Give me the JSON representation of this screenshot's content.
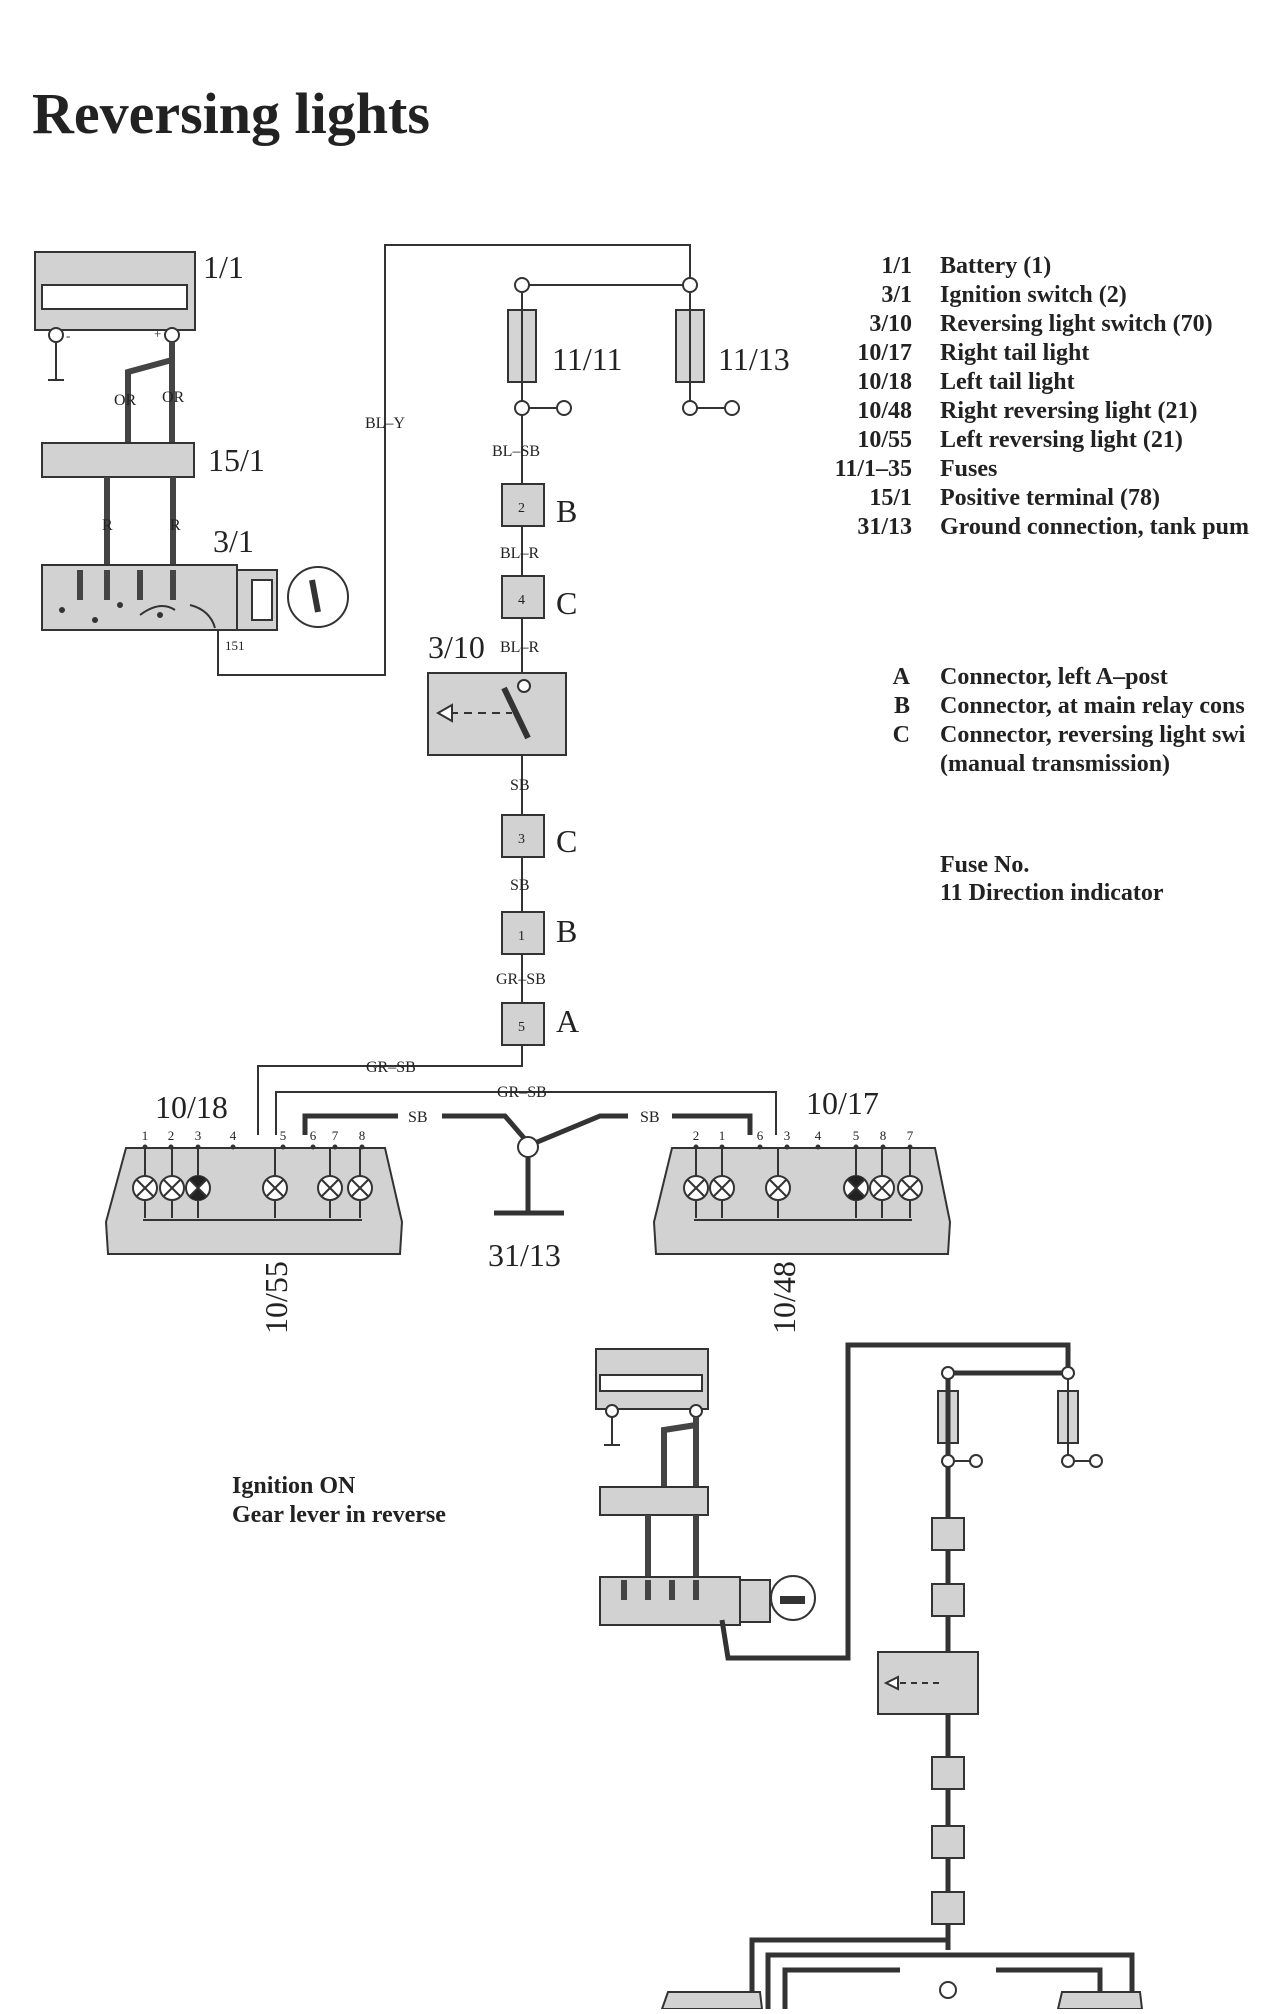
{
  "title": "Reversing lights",
  "component_labels": {
    "battery": "1/1",
    "positive_terminal": "15/1",
    "ignition_switch": "3/1",
    "fuse_a": "11/11",
    "fuse_b": "11/13",
    "reversing_switch": "3/10",
    "left_tail": "10/18",
    "right_tail": "10/17",
    "ground": "31/13",
    "left_reversing": "10/55",
    "right_reversing": "10/48",
    "ign_pin": "151"
  },
  "wire_colors": {
    "or_left": "OR",
    "or_right": "OR",
    "r_left": "R",
    "r_right": "R",
    "bl_y": "BL–Y",
    "bl_sb": "BL–SB",
    "bl_r_1": "BL–R",
    "bl_r_2": "BL–R",
    "sb_1": "SB",
    "sb_2": "SB",
    "gr_sb_1": "GR–SB",
    "gr_sb_2": "GR–SB",
    "gr_sb_3": "GR–SB",
    "sb_left": "SB",
    "sb_right": "SB"
  },
  "connectors": [
    {
      "pin": "2",
      "letter": "B"
    },
    {
      "pin": "4",
      "letter": "C"
    },
    {
      "pin": "3",
      "letter": "C"
    },
    {
      "pin": "1",
      "letter": "B"
    },
    {
      "pin": "5",
      "letter": "A"
    }
  ],
  "left_lamp_pins": [
    "1",
    "2",
    "3",
    "4",
    "5",
    "6",
    "7",
    "8"
  ],
  "right_lamp_pins": [
    "2",
    "1",
    "6",
    "3",
    "4",
    "5",
    "8",
    "7"
  ],
  "legend": [
    {
      "code": "1/1",
      "desc": "Battery (1)"
    },
    {
      "code": "3/1",
      "desc": "Ignition switch (2)"
    },
    {
      "code": "3/10",
      "desc": "Reversing light switch (70)"
    },
    {
      "code": "10/17",
      "desc": "Right tail light"
    },
    {
      "code": "10/18",
      "desc": "Left tail light"
    },
    {
      "code": "10/48",
      "desc": "Right reversing light (21)"
    },
    {
      "code": "10/55",
      "desc": "Left reversing light (21)"
    },
    {
      "code": "11/1–35",
      "desc": "Fuses"
    },
    {
      "code": "15/1",
      "desc": "Positive terminal (78)"
    },
    {
      "code": "31/13",
      "desc": "Ground connection, tank pum"
    }
  ],
  "connector_legend": [
    {
      "code": "A",
      "desc": "Connector, left A–post"
    },
    {
      "code": "B",
      "desc": "Connector, at main relay cons"
    },
    {
      "code": "C",
      "desc": "Connector, reversing light swi"
    },
    {
      "code": "",
      "desc": "(manual transmission)"
    }
  ],
  "fuse_note": {
    "heading": "Fuse No.",
    "item": "11 Direction indicator"
  },
  "condition": {
    "line1": "Ignition ON",
    "line2": "Gear lever in reverse"
  },
  "colors": {
    "component_fill": "#d2d2d2",
    "line": "#333333",
    "background": "#ffffff"
  }
}
